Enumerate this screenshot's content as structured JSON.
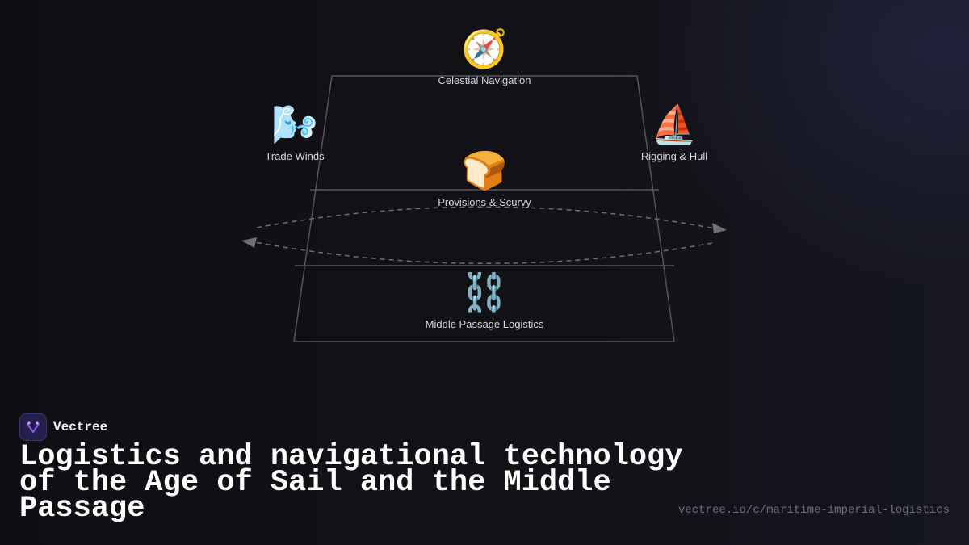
{
  "diagram": {
    "nodes": [
      {
        "id": "celestial",
        "icon": "compass-icon",
        "emoji": "🧭",
        "label": "Celestial Navigation"
      },
      {
        "id": "trade-winds",
        "icon": "wind-icon",
        "emoji": "🌬️",
        "label": "Trade Winds"
      },
      {
        "id": "rigging",
        "icon": "sailboat-icon",
        "emoji": "⛵",
        "label": "Rigging & Hull"
      },
      {
        "id": "provisions",
        "icon": "bread-icon",
        "emoji": "🍞",
        "label": "Provisions & Scurvy"
      },
      {
        "id": "middle-passage",
        "icon": "chains-icon",
        "emoji": "⛓️",
        "label": "Middle Passage Logistics"
      }
    ]
  },
  "brand": {
    "name": "Vectree",
    "logo": "vectree-logo-icon",
    "accent": "#8a5cf6"
  },
  "title": "Logistics and navigational technology of the Age of Sail and the Middle Passage",
  "url": "vectree.io/c/maritime-imperial-logistics",
  "colors": {
    "background": "#111116",
    "line": "#5a5a60",
    "text": "#d8d8dc"
  }
}
